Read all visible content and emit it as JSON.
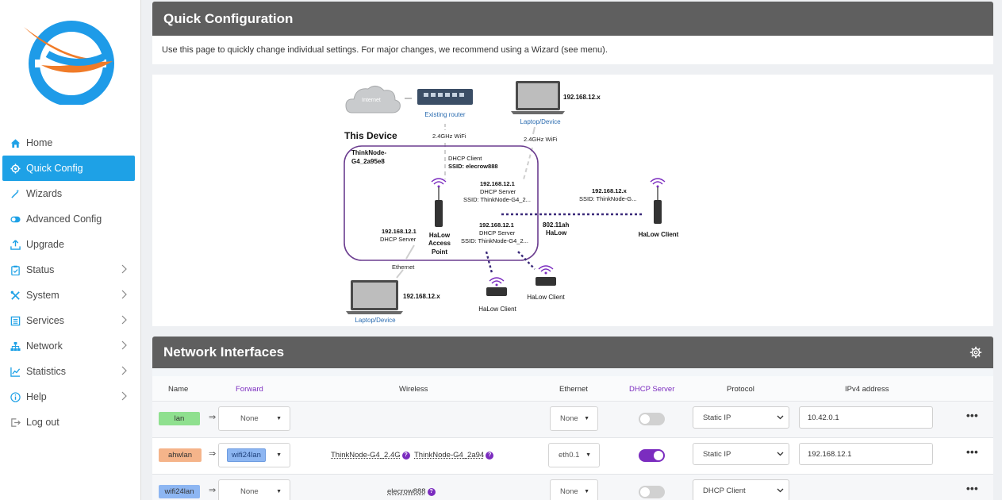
{
  "sidebar": {
    "items": [
      {
        "label": "Home",
        "icon": "home-icon"
      },
      {
        "label": "Quick Config",
        "icon": "gear-icon",
        "active": true
      },
      {
        "label": "Wizards",
        "icon": "wand-icon"
      },
      {
        "label": "Advanced Config",
        "icon": "toggle-icon"
      },
      {
        "label": "Upgrade",
        "icon": "upload-icon"
      },
      {
        "label": "Status",
        "icon": "clipboard-icon",
        "chevron": true
      },
      {
        "label": "System",
        "icon": "tools-icon",
        "chevron": true
      },
      {
        "label": "Services",
        "icon": "list-icon",
        "chevron": true
      },
      {
        "label": "Network",
        "icon": "network-icon",
        "chevron": true
      },
      {
        "label": "Statistics",
        "icon": "chart-icon",
        "chevron": true
      },
      {
        "label": "Help",
        "icon": "info-icon",
        "chevron": true
      },
      {
        "label": "Log out",
        "icon": "logout-icon"
      }
    ]
  },
  "quick": {
    "title": "Quick Configuration",
    "description": "Use this page to quickly change individual settings. For major changes, we recommend using a Wizard (see menu)."
  },
  "diagram": {
    "internet": "Internet",
    "existing_router": "Existing router",
    "laptop_top_ip": "192.168.12.x",
    "laptop_top_label": "Laptop/Device",
    "this_device": "This Device",
    "wifi_left": "2.4GHz WiFi",
    "wifi_right": "2.4GHz WiFi",
    "device_name_1": "ThinkNode-",
    "device_name_2": "G4_2a95e8",
    "dhcp_client": "DHCP Client",
    "ssid_client": "SSID: elecrow888",
    "ip_mid": "192.168.12.1",
    "dhcp_server_mid": "DHCP Server",
    "ssid_mid": "SSID: ThinkNode-G4_2...",
    "ip_right": "192.168.12.x",
    "ssid_right": "SSID: ThinkNode-G...",
    "halow_client_right": "HaLow Client",
    "ip_left": "192.168.12.1",
    "dhcp_server_left": "DHCP Server",
    "ap_line1": "HaLow",
    "ap_line2": "Access",
    "ap_line3": "Point",
    "ip_low": "192.168.12.1",
    "dhcp_server_low": "DHCP Server",
    "ssid_low": "SSID: ThinkNode-G4_2...",
    "std_line1": "802.11ah",
    "std_line2": "HaLow",
    "ethernet": "Ethernet",
    "laptop_bottom_ip": "192.168.12.x",
    "laptop_bottom_label": "Laptop/Device",
    "halow_client_a": "HaLow Client",
    "halow_client_b": "HaLow Client"
  },
  "network_interfaces": {
    "title": "Network Interfaces",
    "headers": {
      "name": "Name",
      "forward": "Forward",
      "wireless": "Wireless",
      "ethernet": "Ethernet",
      "dhcp_server": "DHCP Server",
      "protocol": "Protocol",
      "ipv4": "IPv4 address"
    },
    "rows": [
      {
        "name": "lan",
        "name_color": "#8fe08f",
        "forward": "None",
        "wireless_1": "",
        "wireless_2": "",
        "ethernet": "None",
        "dhcp": false,
        "protocol": "Static IP",
        "ipv4": "10.42.0.1"
      },
      {
        "name": "ahwlan",
        "name_color": "#f5b48a",
        "forward": "wifi24lan",
        "wireless_1": "ThinkNode-G4_2.4G",
        "wireless_2": "ThinkNode-G4_2a94",
        "ethernet": "eth0.1",
        "dhcp": true,
        "protocol": "Static IP",
        "ipv4": "192.168.12.1"
      },
      {
        "name": "wifi24lan",
        "name_color": "#8db6f2",
        "forward": "None",
        "wireless_1": "elecrow888",
        "wireless_2": "",
        "ethernet": "None",
        "dhcp": false,
        "protocol": "DHCP Client",
        "ipv4": ""
      }
    ],
    "row_menu": "•••",
    "forward_arrow": "⇒"
  },
  "colors": {
    "accent": "#1ea1e6",
    "header_bg": "#5f5f5f",
    "purple": "#7b2cbf"
  }
}
